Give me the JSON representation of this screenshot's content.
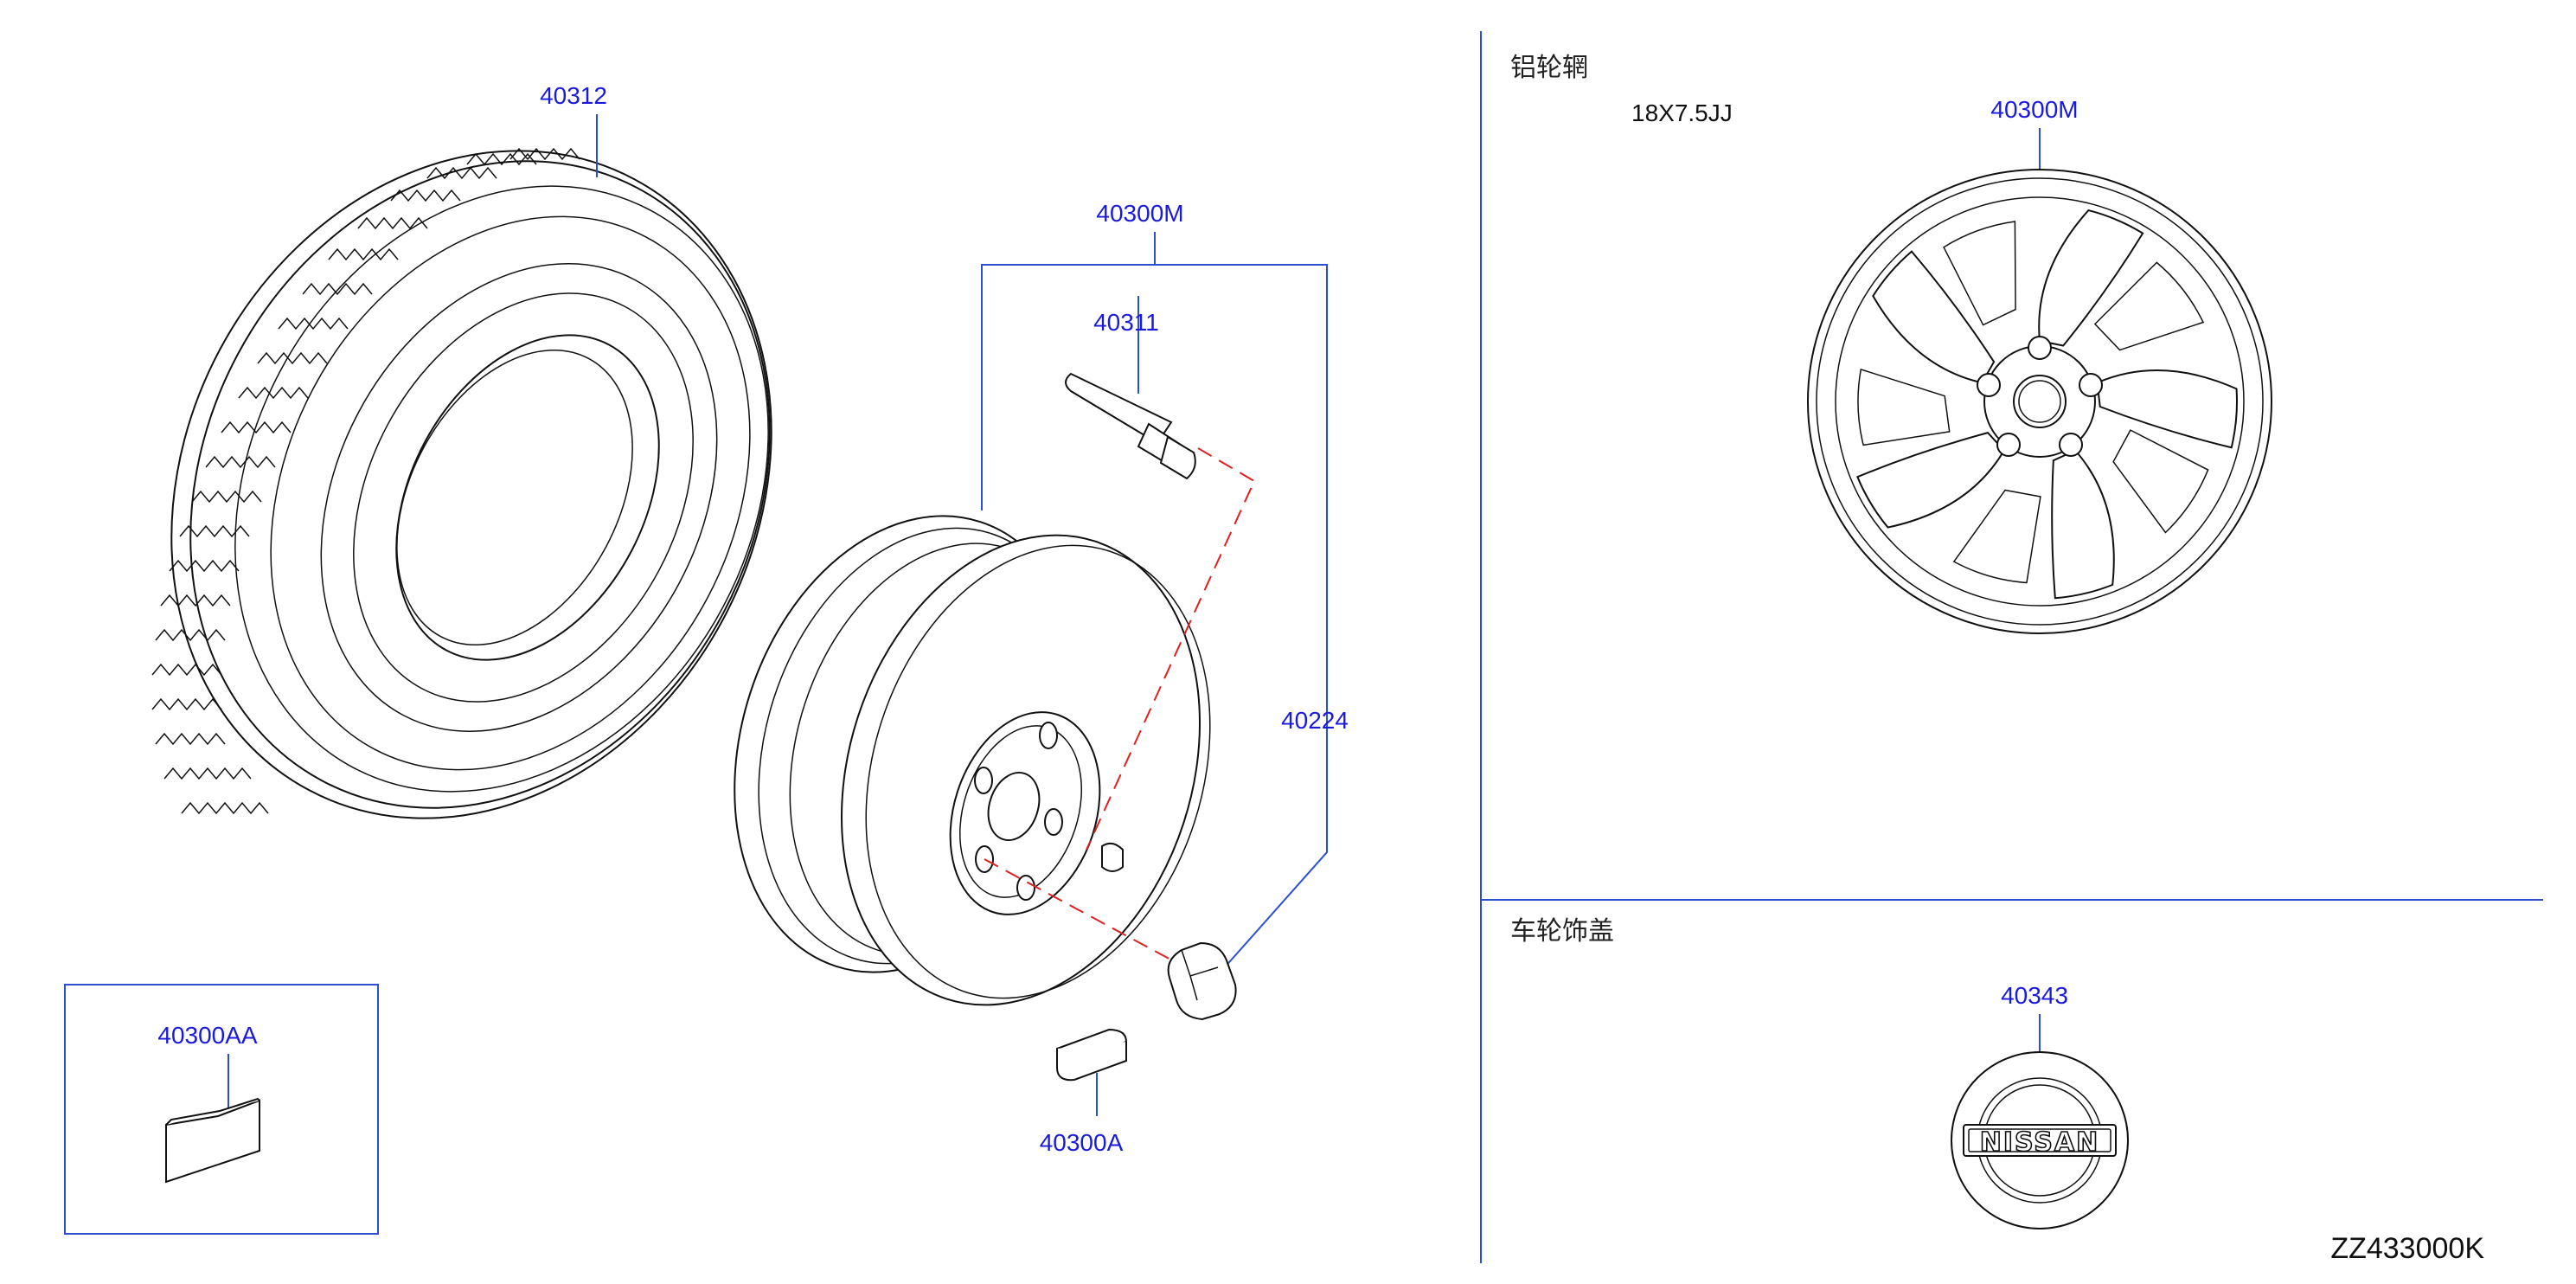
{
  "section_titles": {
    "alloy_wheel": "铝轮辋",
    "wheel_cover": "车轮饰盖"
  },
  "wheel_spec": "18X7.5JJ",
  "diagram_code": "ZZ433000K",
  "parts": {
    "tire": "40312",
    "wheel_assembly": "40300M",
    "valve": "40311",
    "wheel_nut": "40224",
    "balance_weight": "40300A",
    "weight_kit": "40300AA",
    "alloy_wheel": "40300M",
    "center_cap": "40343"
  },
  "center_cap_logo": "NISSAN",
  "colors": {
    "label": "#1a1adf",
    "leader": "#2a4fd0",
    "dashed_guide": "#e02020",
    "ink": "#111111"
  }
}
